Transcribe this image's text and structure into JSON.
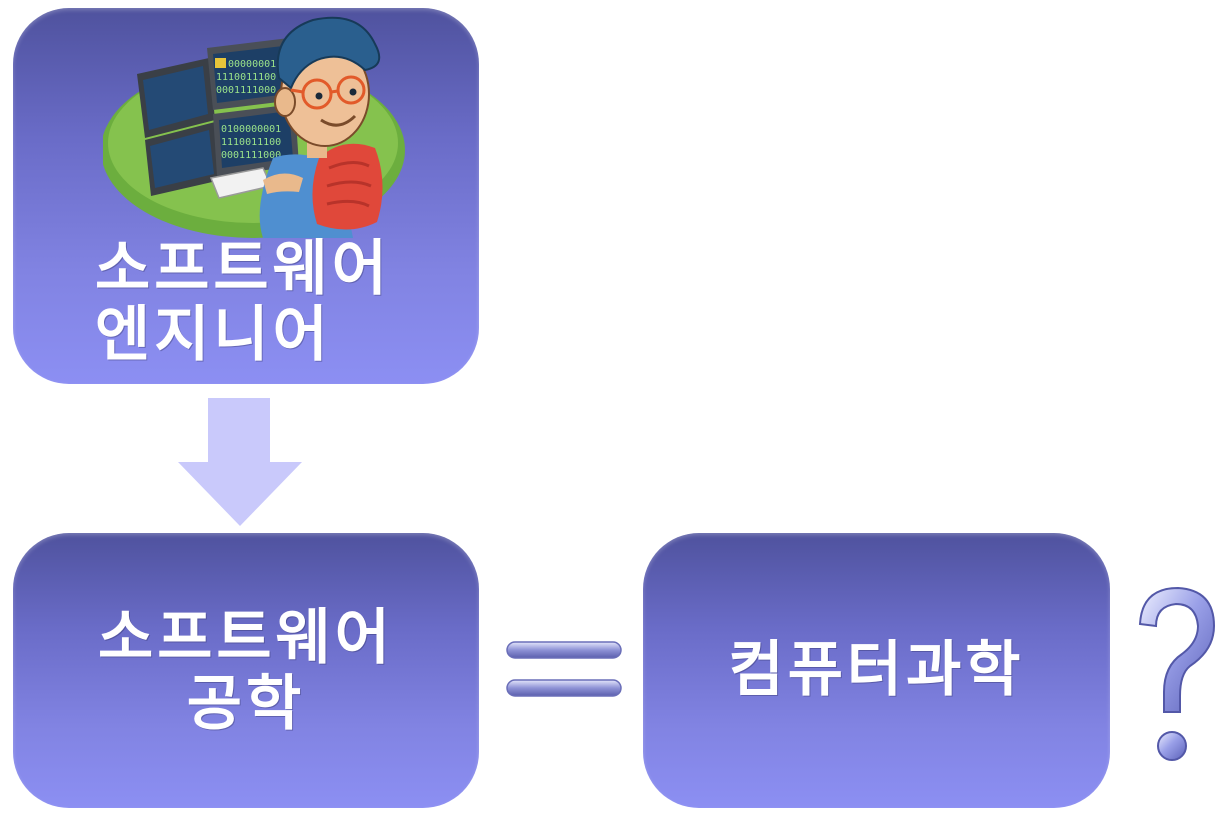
{
  "nodes": {
    "engineer": {
      "line1": "소프트웨어",
      "line2": "엔지니어",
      "image": "software-engineer-illustration"
    },
    "software_engineering": {
      "line1": "소프트웨어",
      "line2": "공학"
    },
    "computer_science": {
      "label": "컴퓨터과학"
    }
  },
  "illustration": {
    "screen_lines_top": [
      "00000001",
      "1110011100",
      "0001111000"
    ],
    "screen_lines_bottom": [
      "0100000001",
      "1110011100",
      "0001111000"
    ]
  },
  "connectors": {
    "arrow": "down-arrow-icon",
    "equals": "equals-icon",
    "question": "question-mark-icon"
  },
  "colors": {
    "box_top": "#4f529e",
    "box_bottom": "#8c8ff3",
    "arrow": "#c9c9fb",
    "text": "#ffffff"
  }
}
